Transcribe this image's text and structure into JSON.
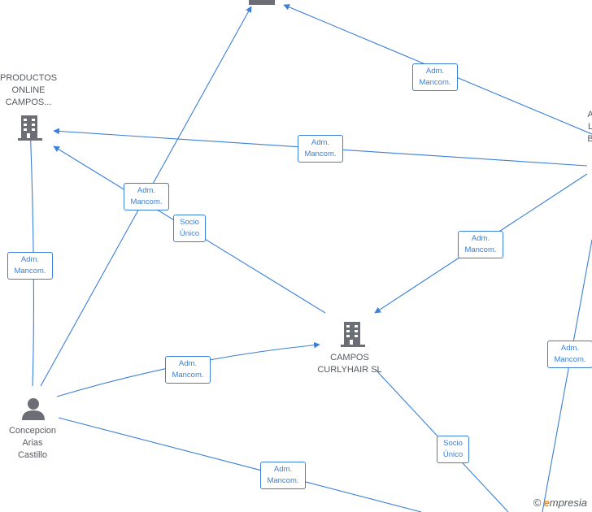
{
  "nodes": {
    "top_company": "",
    "productos": "PRODUCTOS\nONLINE\nCAMPOS...",
    "right_company": "A\nL\nB",
    "campos": "CAMPOS\nCURLYHAIR  SL",
    "person": "Concepcion\nArias\nCastillo"
  },
  "badges": {
    "b1": "Adm.\nMancom.",
    "b2": "Adm.\nMancom.",
    "b3": "Adm.\nMancom.",
    "b4": "Socio\nÚnico",
    "b5": "Adm.\nMancom.",
    "b6": "Adm.\nMancom.",
    "b7": "Adm.\nMancom.",
    "b8": "Adm.\nMancom.",
    "b9": "Socio\nÚnico",
    "b10": "Adm.\nMancom."
  },
  "brand": {
    "copyright": "©",
    "e": "e",
    "rest": "mpresia"
  },
  "colors": {
    "edge": "#3b7fd6",
    "node": "#6b6f75"
  },
  "icons": {
    "company": "building-icon",
    "person": "person-icon"
  }
}
